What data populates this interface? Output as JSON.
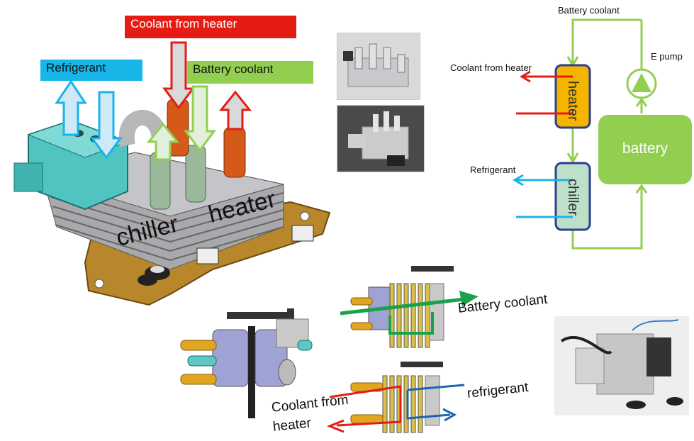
{
  "labels": {
    "coolant_from_heater": "Coolant from heater",
    "refrigerant": "Refrigerant",
    "battery_coolant": "Battery coolant",
    "chiller": "chiller",
    "heater": "heater"
  },
  "schematic": {
    "battery_coolant": "Battery coolant",
    "e_pump": "E pump",
    "coolant_from_heater": "Coolant from heater",
    "heater": "heater",
    "refrigerant": "Refrigerant",
    "chiller": "chiller",
    "battery": "battery"
  },
  "bottom": {
    "battery_coolant": "Battery coolant",
    "coolant_from": "Coolant from",
    "heater": "heater",
    "refrigerant": "refrigerant"
  },
  "colors": {
    "red": "#e61c14",
    "blue": "#17b5e8",
    "green": "#92cf50",
    "heater_box": "#f5b400",
    "chiller_box": "#bfe0c8",
    "battery_box": "#92cf50"
  }
}
